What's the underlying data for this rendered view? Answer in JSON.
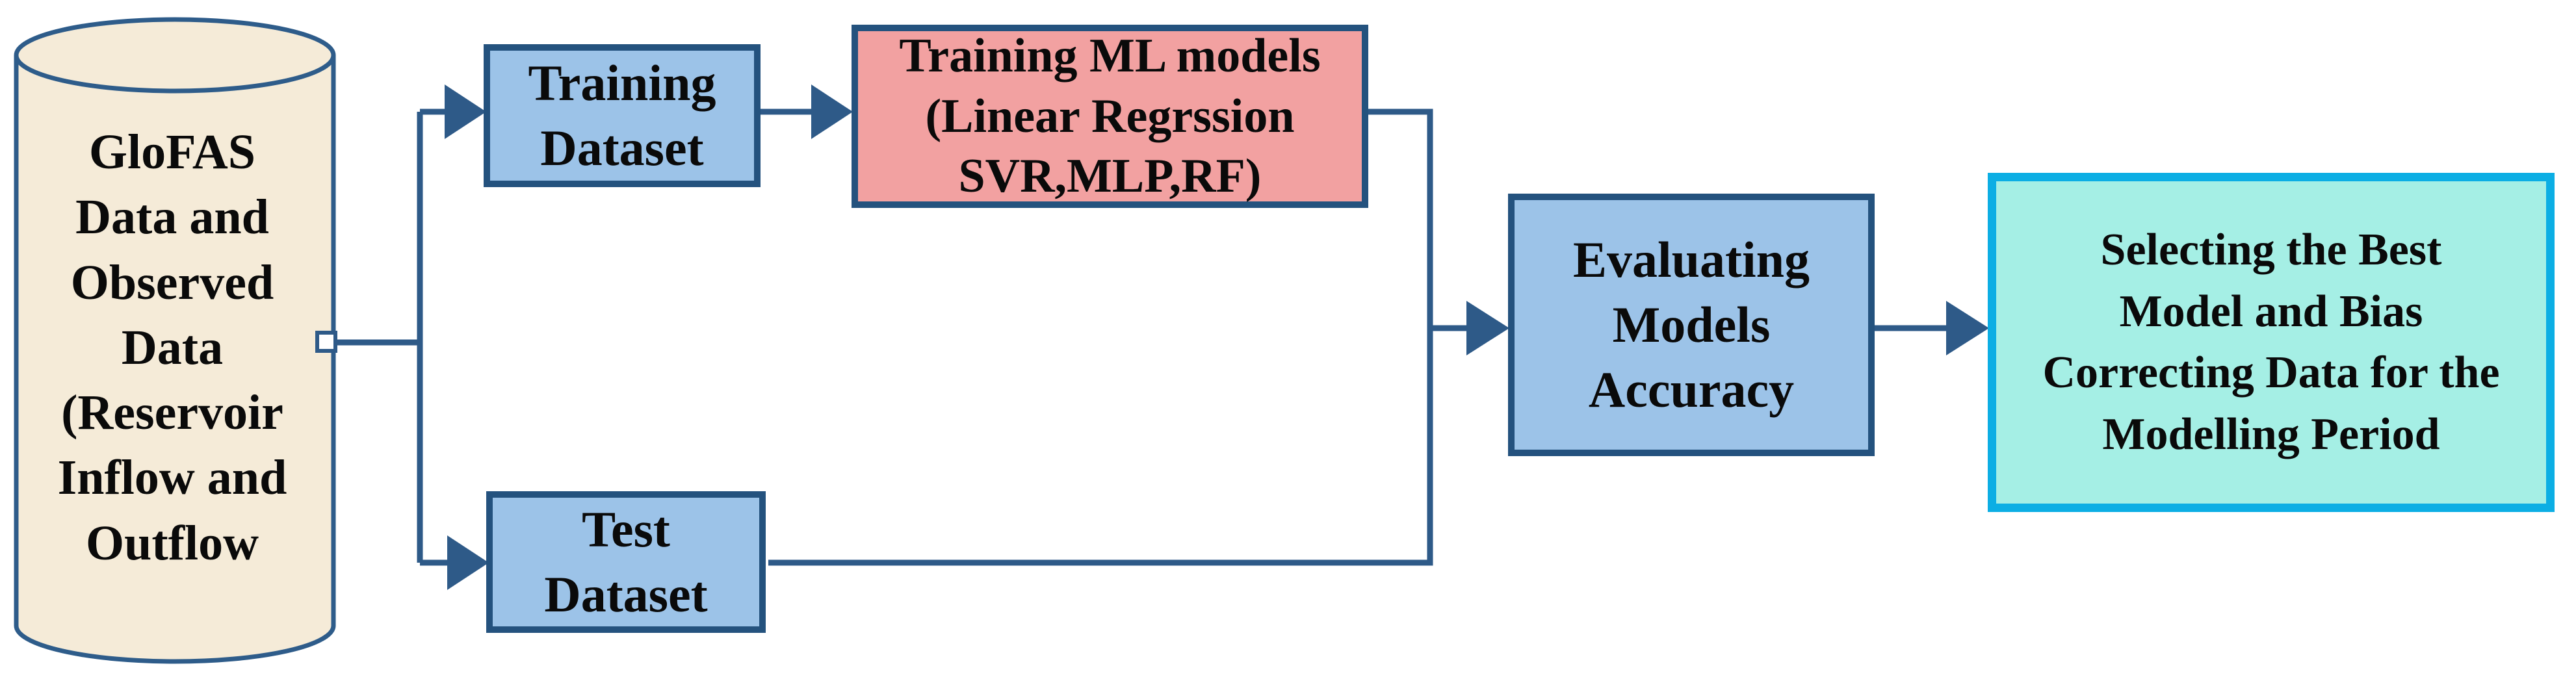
{
  "nodes": {
    "source": {
      "label": "GloFAS\nData and\nObserved\nData\n(Reservoir\nInflow and\nOutflow",
      "shape": "cylinder",
      "fill": "#F5EBD8",
      "border_color": "#2E5C8A"
    },
    "training_dataset": {
      "label": "Training\nDataset",
      "shape": "rectangle",
      "fill": "#9CC3E8",
      "border_color": "#24527E"
    },
    "test_dataset": {
      "label": "Test\nDataset",
      "shape": "rectangle",
      "fill": "#9CC3E8",
      "border_color": "#24527E"
    },
    "training_ml_models": {
      "label": "Training ML models\n(Linear Regrssion\nSVR,MLP,RF)",
      "shape": "rectangle",
      "fill": "#F2A1A1",
      "border_color": "#24527E"
    },
    "evaluating_models_accuracy": {
      "label": "Evaluating\nModels\nAccuracy",
      "shape": "rectangle",
      "fill": "#9CC3E8",
      "border_color": "#24527E"
    },
    "selecting_best_model": {
      "label": "Selecting the Best\nModel and Bias\nCorrecting Data for the\nModelling Period",
      "shape": "rectangle",
      "fill": "#A5EFE5",
      "border_color": "#0CAEE4"
    }
  },
  "edges": [
    {
      "from": "source",
      "to": "training_dataset"
    },
    {
      "from": "source",
      "to": "test_dataset"
    },
    {
      "from": "training_dataset",
      "to": "training_ml_models"
    },
    {
      "from": "training_ml_models",
      "to": "evaluating_models_accuracy"
    },
    {
      "from": "test_dataset",
      "to": "evaluating_models_accuracy"
    },
    {
      "from": "evaluating_models_accuracy",
      "to": "selecting_best_model"
    }
  ],
  "colors": {
    "connector": "#2E5A88",
    "text": "#0A0A0A",
    "background": "#FFFFFF"
  }
}
